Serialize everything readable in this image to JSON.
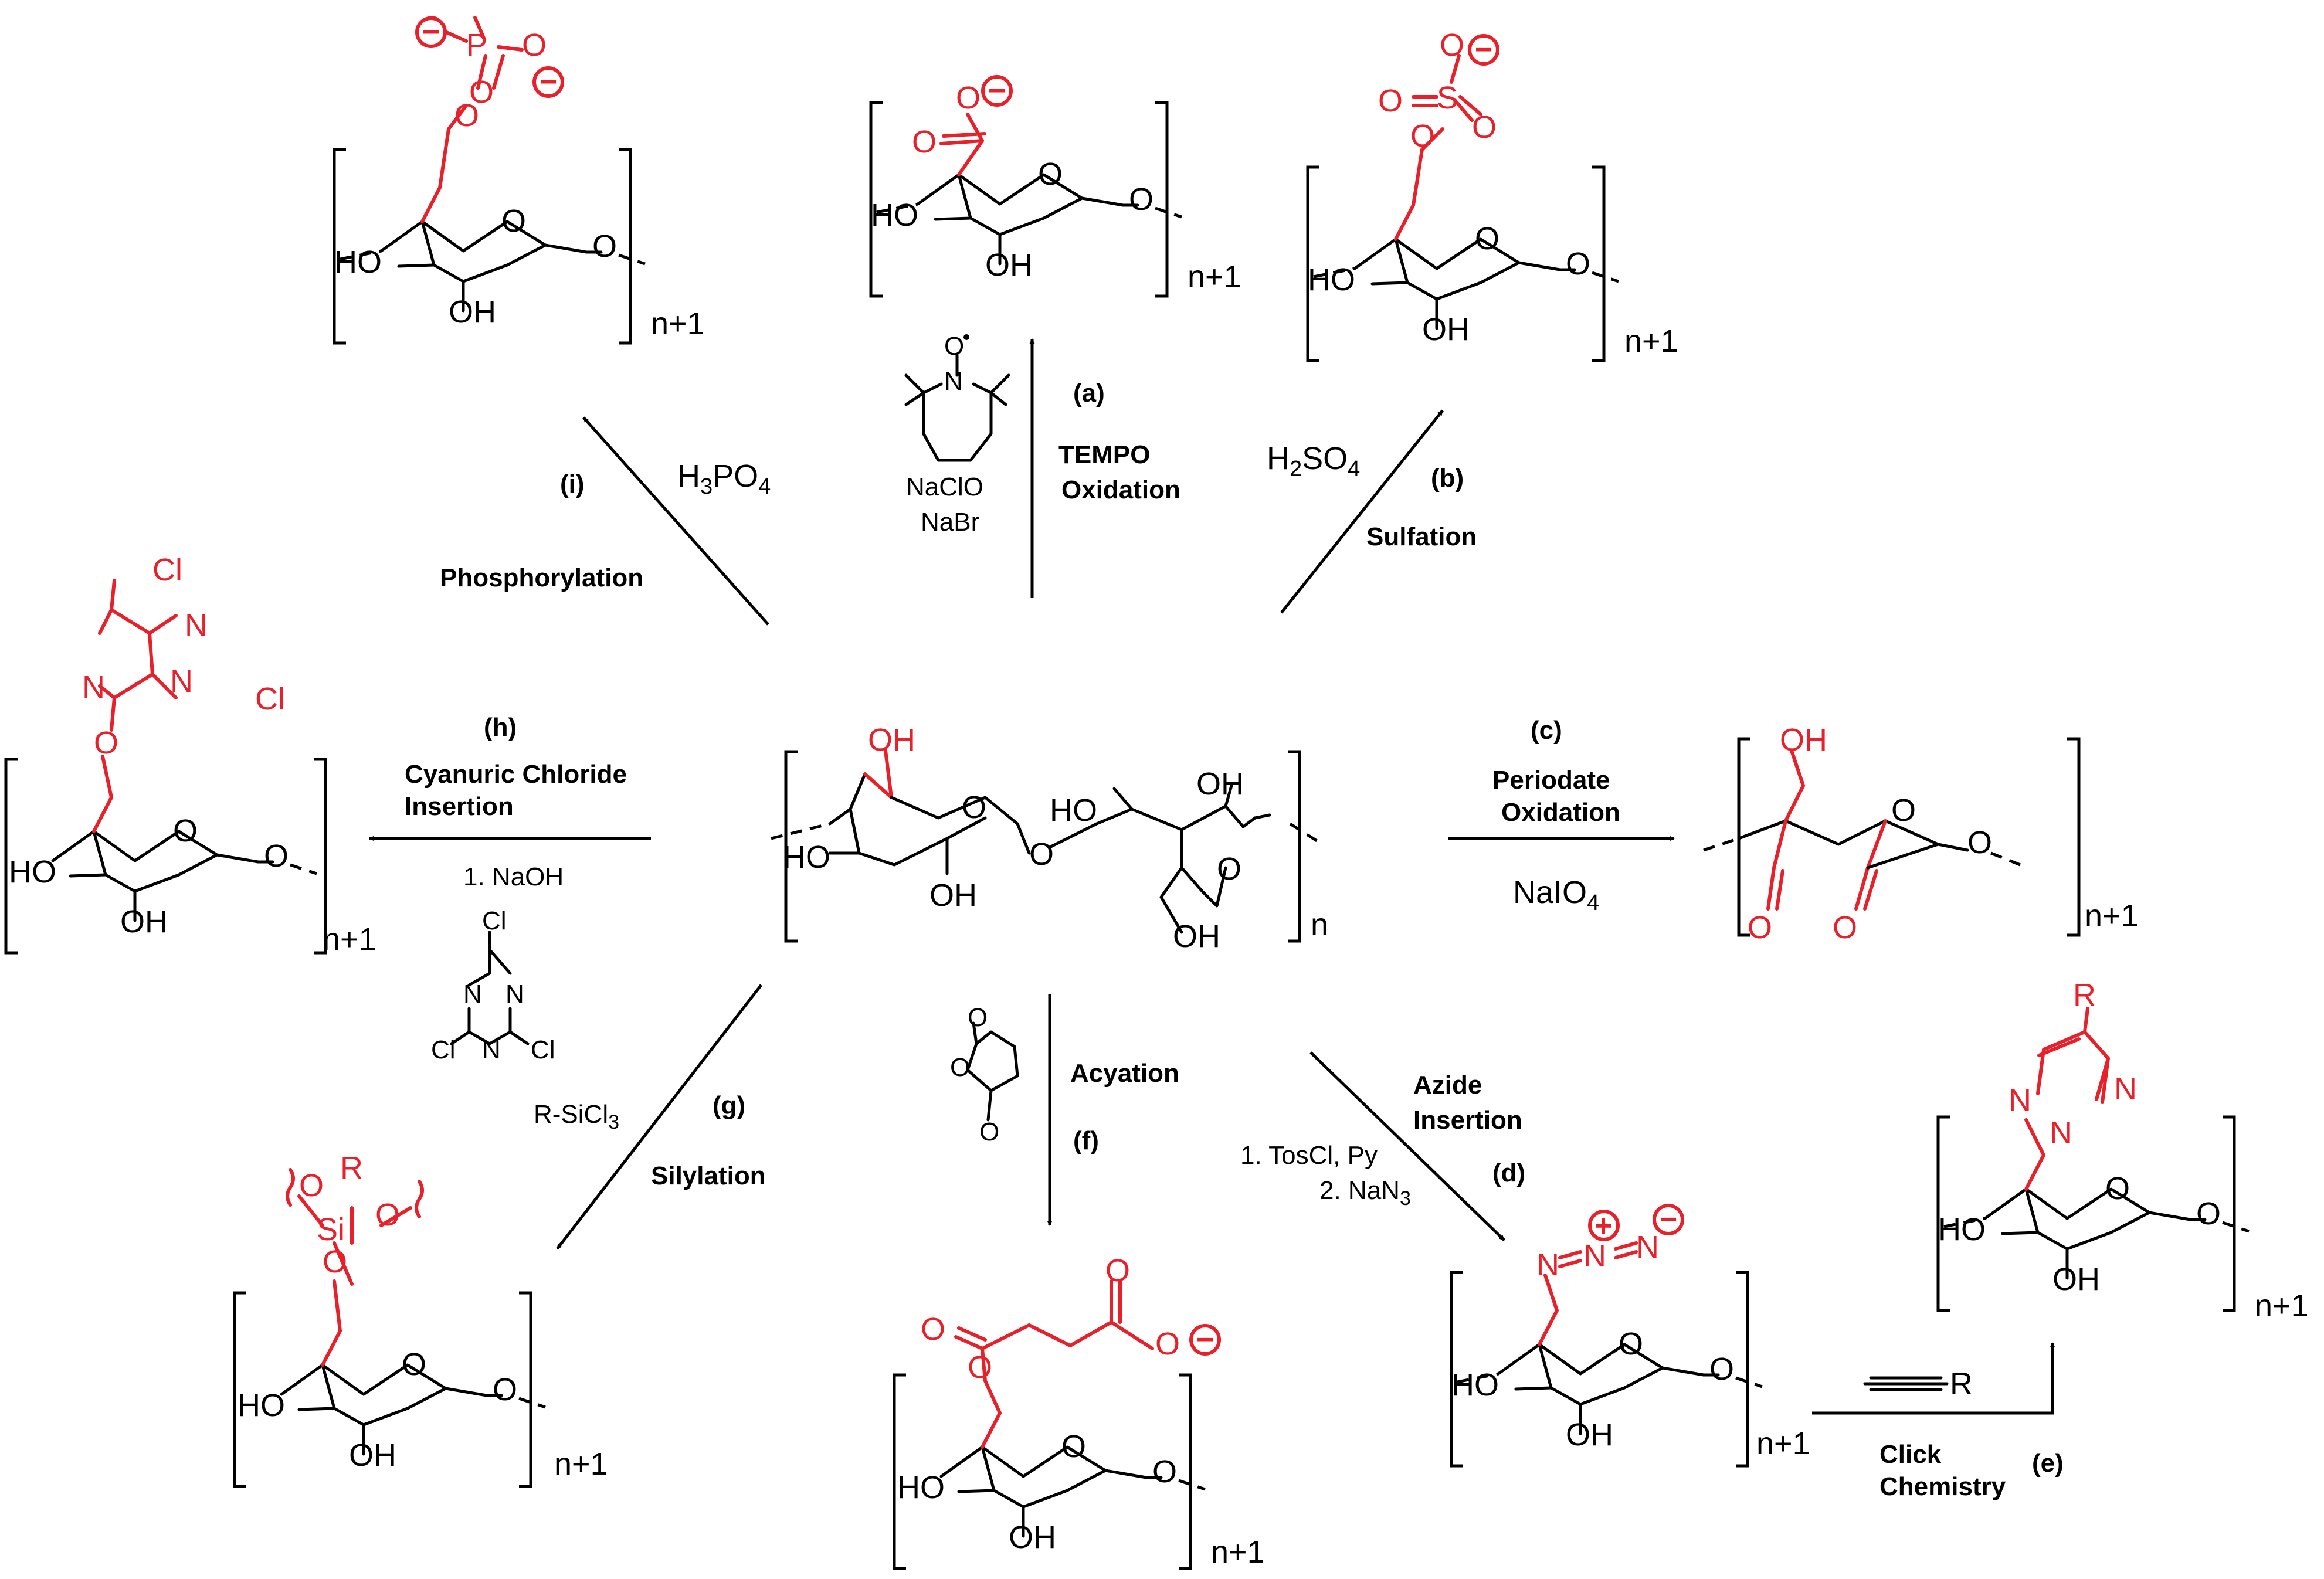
{
  "center": {
    "oh_top": "OH",
    "o_ring1": "O",
    "ho_left": "HO",
    "oh_bottom1": "OH",
    "o_link": "O",
    "ho_ring2": "HO",
    "oh_ring2": "OH",
    "o_ring2": "O",
    "oh_bottom2": "OH",
    "repeat": "n"
  },
  "unit": {
    "ho": "HO",
    "oh": "OH",
    "o_ring": "O",
    "o_end": "O",
    "repeat": "n+1"
  },
  "reactions": {
    "a": {
      "label": "(a)",
      "name1": "TEMPO",
      "name2": "Oxidation",
      "reagent1": "NaClO",
      "reagent2": "NaBr",
      "tempo_n": "N",
      "tempo_o": "O"
    },
    "b": {
      "label": "(b)",
      "name": "Sulfation",
      "reagent": "H2SO4"
    },
    "c": {
      "label": "(c)",
      "name1": "Periodate",
      "name2": "Oxidation",
      "reagent": "NaIO4"
    },
    "d": {
      "label": "(d)",
      "name1": "Azide",
      "name2": "Insertion",
      "reagent1": "1. TosCl, Py",
      "reagent2": "2. NaN3"
    },
    "e": {
      "label": "(e)",
      "name1": "Click",
      "name2": "Chemistry",
      "reagent": "R"
    },
    "f": {
      "label": "(f)",
      "name": "Acyation"
    },
    "g": {
      "label": "(g)",
      "name": "Silylation",
      "reagent": "R-SiCl3"
    },
    "h": {
      "label": "(h)",
      "name1": "Cyanuric Chloride",
      "name2": "Insertion",
      "reagent": "1. NaOH",
      "cl": "Cl",
      "n": "N"
    },
    "i": {
      "label": "(i)",
      "name": "Phosphorylation",
      "reagent": "H3PO4"
    }
  },
  "groups": {
    "phosphate": {
      "o": "O",
      "p": "P"
    },
    "carboxylate": {
      "o": "O"
    },
    "sulfate": {
      "o": "O",
      "s": "S"
    },
    "aldehyde": {
      "o": "O",
      "oh": "OH"
    },
    "azide": {
      "n": "N"
    },
    "triazole": {
      "n": "N",
      "r": "R"
    },
    "succinyl": {
      "o": "O"
    },
    "silyl": {
      "si": "Si",
      "r": "R",
      "o": "O"
    },
    "triazine": {
      "cl": "Cl",
      "n": "N",
      "o": "O"
    }
  },
  "colors": {
    "modification": "#e8202a",
    "structure": "#000000"
  }
}
